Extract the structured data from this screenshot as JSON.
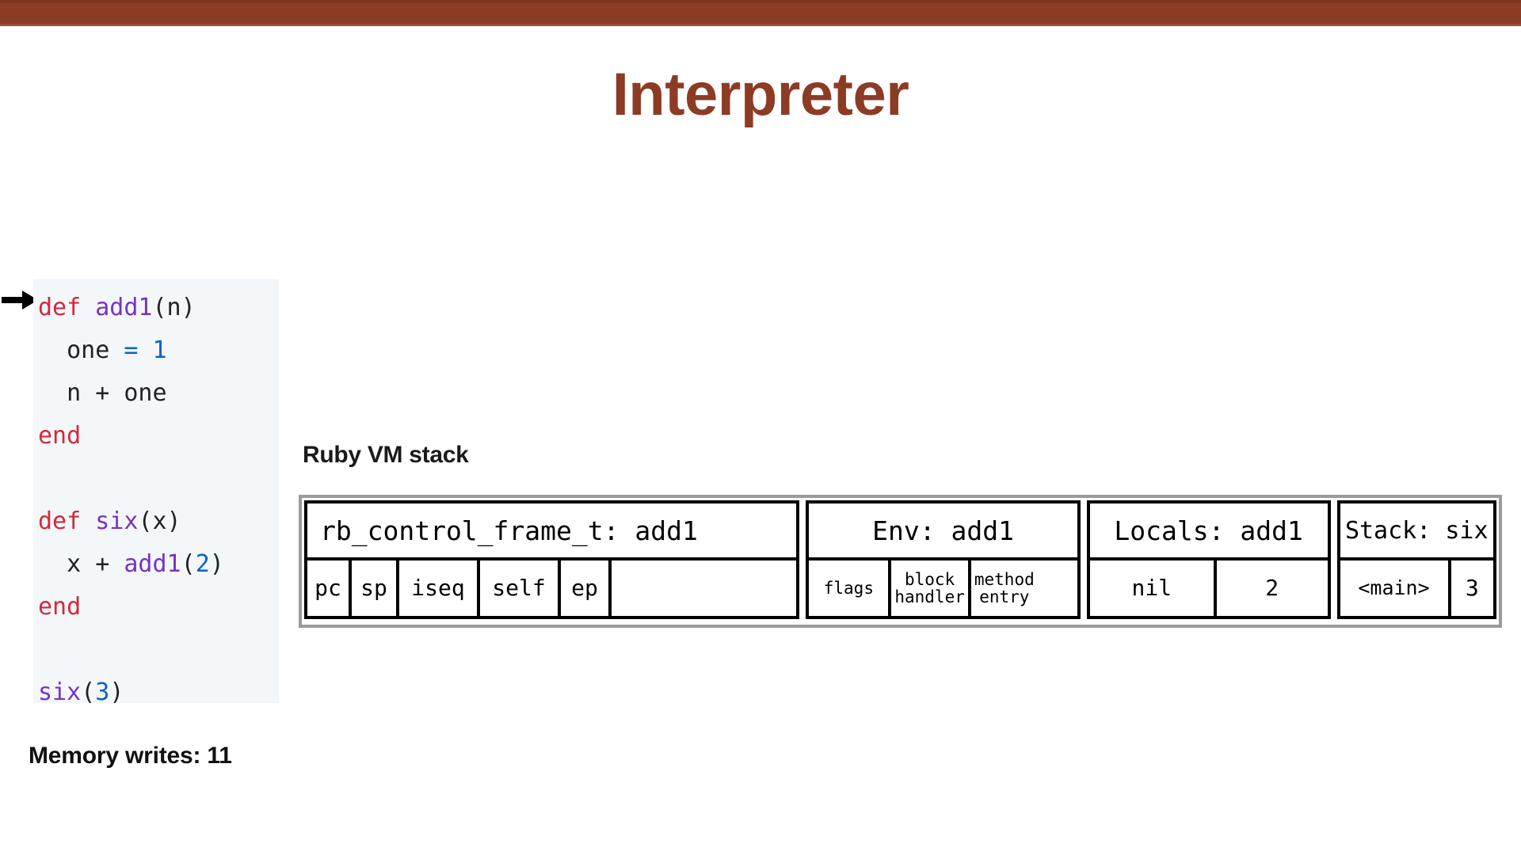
{
  "theme": {
    "accent_brown": "#8c3b24",
    "code_bg": "#f4f7fa",
    "keyword_red": "#d02a3c",
    "method_purple": "#7733c2",
    "number_blue": "#0b62c4",
    "frame_gray": "#9b9b9b",
    "cell_black": "#000000"
  },
  "slide": {
    "title": "Interpreter"
  },
  "code": {
    "language": "ruby",
    "current_line_marker": "arrow-right-icon",
    "current_line_index": 0,
    "lines": [
      {
        "indent": 0,
        "tokens": [
          {
            "t": "def",
            "c": "kw"
          },
          {
            "t": " ",
            "c": "pl"
          },
          {
            "t": "add1",
            "c": "fn"
          },
          {
            "t": "(n)",
            "c": "pl"
          }
        ]
      },
      {
        "indent": 1,
        "tokens": [
          {
            "t": "one ",
            "c": "pl"
          },
          {
            "t": "=",
            "c": "op"
          },
          {
            "t": " ",
            "c": "pl"
          },
          {
            "t": "1",
            "c": "num"
          }
        ]
      },
      {
        "indent": 1,
        "tokens": [
          {
            "t": "n + one",
            "c": "pl"
          }
        ]
      },
      {
        "indent": 0,
        "tokens": [
          {
            "t": "end",
            "c": "kw"
          }
        ]
      },
      {
        "indent": 0,
        "tokens": []
      },
      {
        "indent": 0,
        "tokens": [
          {
            "t": "def",
            "c": "kw"
          },
          {
            "t": " ",
            "c": "pl"
          },
          {
            "t": "six",
            "c": "fn"
          },
          {
            "t": "(x)",
            "c": "pl"
          }
        ]
      },
      {
        "indent": 1,
        "tokens": [
          {
            "t": "x + ",
            "c": "pl"
          },
          {
            "t": "add1",
            "c": "fn"
          },
          {
            "t": "(",
            "c": "pl"
          },
          {
            "t": "2",
            "c": "num"
          },
          {
            "t": ")",
            "c": "pl"
          }
        ]
      },
      {
        "indent": 0,
        "tokens": [
          {
            "t": "end",
            "c": "kw"
          }
        ]
      },
      {
        "indent": 0,
        "tokens": []
      },
      {
        "indent": 0,
        "tokens": [
          {
            "t": "six",
            "c": "fn"
          },
          {
            "t": "(",
            "c": "pl"
          },
          {
            "t": "3",
            "c": "num"
          },
          {
            "t": ")",
            "c": "pl"
          }
        ]
      }
    ]
  },
  "stats": {
    "memory_writes_label": "Memory writes: 11"
  },
  "vm_stack": {
    "heading": "Ruby VM stack",
    "groups": [
      {
        "id": "control-frame",
        "header": "rb_control_frame_t: add1",
        "cells": [
          {
            "id": "pc",
            "label": "pc"
          },
          {
            "id": "sp",
            "label": "sp"
          },
          {
            "id": "iseq",
            "label": "iseq"
          },
          {
            "id": "self",
            "label": "self"
          },
          {
            "id": "ep",
            "label": "ep"
          },
          {
            "id": "pad",
            "label": ""
          }
        ]
      },
      {
        "id": "env",
        "header": "Env: add1",
        "cells": [
          {
            "id": "flags",
            "label": "flags"
          },
          {
            "id": "block-handler",
            "label": "block\nhandler"
          },
          {
            "id": "method-entry",
            "label": "method\nentry"
          }
        ]
      },
      {
        "id": "locals",
        "header": "Locals: add1",
        "cells": [
          {
            "id": "nil",
            "label": "nil"
          },
          {
            "id": "two",
            "label": "2"
          }
        ]
      },
      {
        "id": "stack",
        "header": "Stack: six",
        "cells": [
          {
            "id": "main",
            "label": "<main>"
          },
          {
            "id": "three",
            "label": "3"
          }
        ]
      }
    ]
  }
}
